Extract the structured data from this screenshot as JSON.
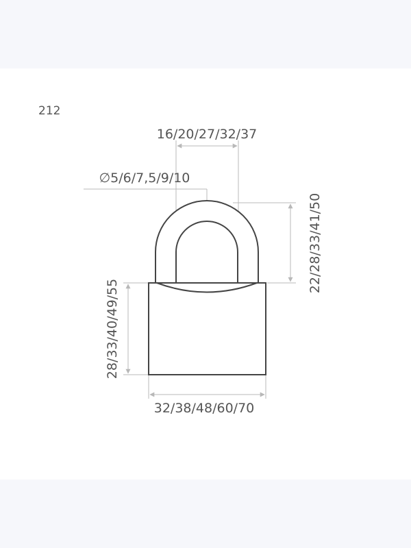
{
  "model_number": "212",
  "dimensions": {
    "shackle_spacing": "16/20/27/32/37",
    "shackle_diameter": "∅5/6/7,5/9/10",
    "shackle_height": "22/28/33/41/50",
    "body_height": "28/33/40/49/55",
    "body_width": "32/38/48/60/70"
  },
  "colors": {
    "lock_outline": "#444444",
    "dimension_line": "#b8b8b8",
    "text": "#555555"
  }
}
